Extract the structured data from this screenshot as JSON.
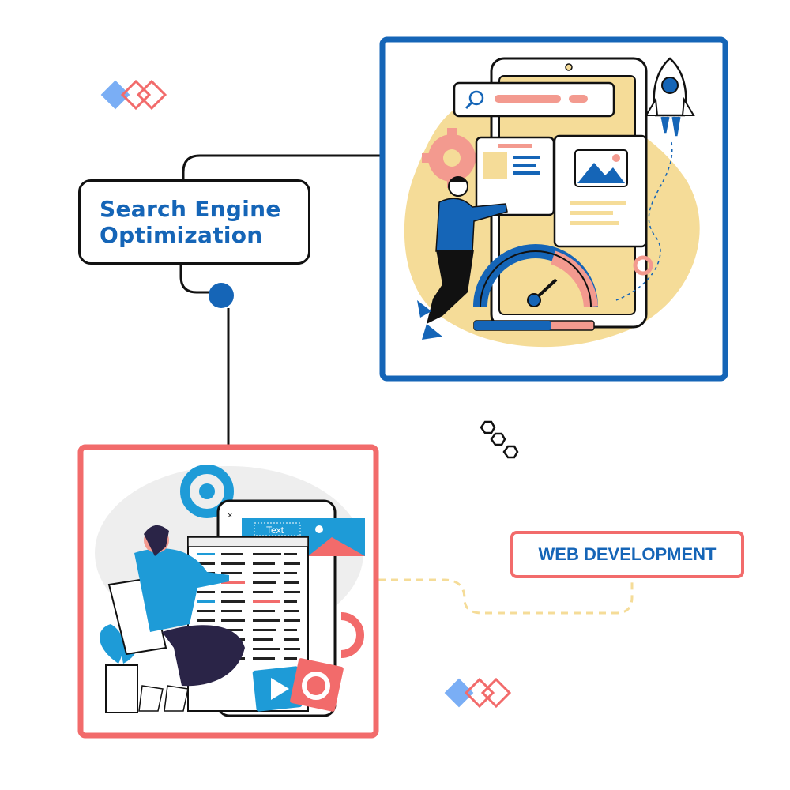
{
  "nodes": {
    "seo": {
      "line1": "Search Engine",
      "line2": "Optimization"
    },
    "web": {
      "label": "WEB DEVELOPMENT"
    }
  },
  "illustration": {
    "panel_text": "Text"
  },
  "colors": {
    "blue": "#1565b7",
    "coral": "#f26b6b",
    "light_blue": "#7aaef5",
    "sand": "#f5dc98",
    "black": "#111111"
  }
}
